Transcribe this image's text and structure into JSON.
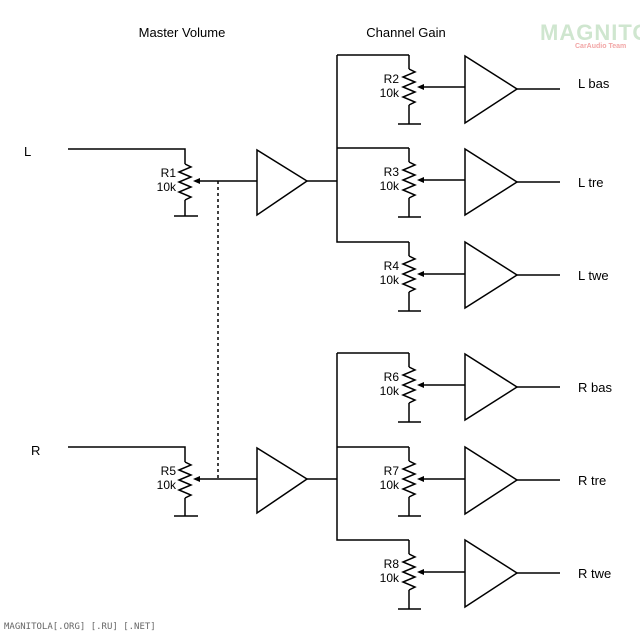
{
  "headers": {
    "master": "Master Volume",
    "channel": "Channel Gain"
  },
  "inputs": {
    "left": "L",
    "right": "R"
  },
  "master_pots": [
    {
      "ref": "R1",
      "value": "10k"
    },
    {
      "ref": "R5",
      "value": "10k"
    }
  ],
  "channel_pots": [
    {
      "ref": "R2",
      "value": "10k"
    },
    {
      "ref": "R3",
      "value": "10k"
    },
    {
      "ref": "R4",
      "value": "10k"
    },
    {
      "ref": "R6",
      "value": "10k"
    },
    {
      "ref": "R7",
      "value": "10k"
    },
    {
      "ref": "R8",
      "value": "10k"
    }
  ],
  "outputs": [
    "L bas",
    "L tre",
    "L twe",
    "R bas",
    "R tre",
    "R twe"
  ],
  "logo": {
    "main": "MAGNITOLA",
    "sub": "CarAudio Team"
  },
  "footer": "MAGNITOLA[.ORG] [.RU] [.NET]"
}
